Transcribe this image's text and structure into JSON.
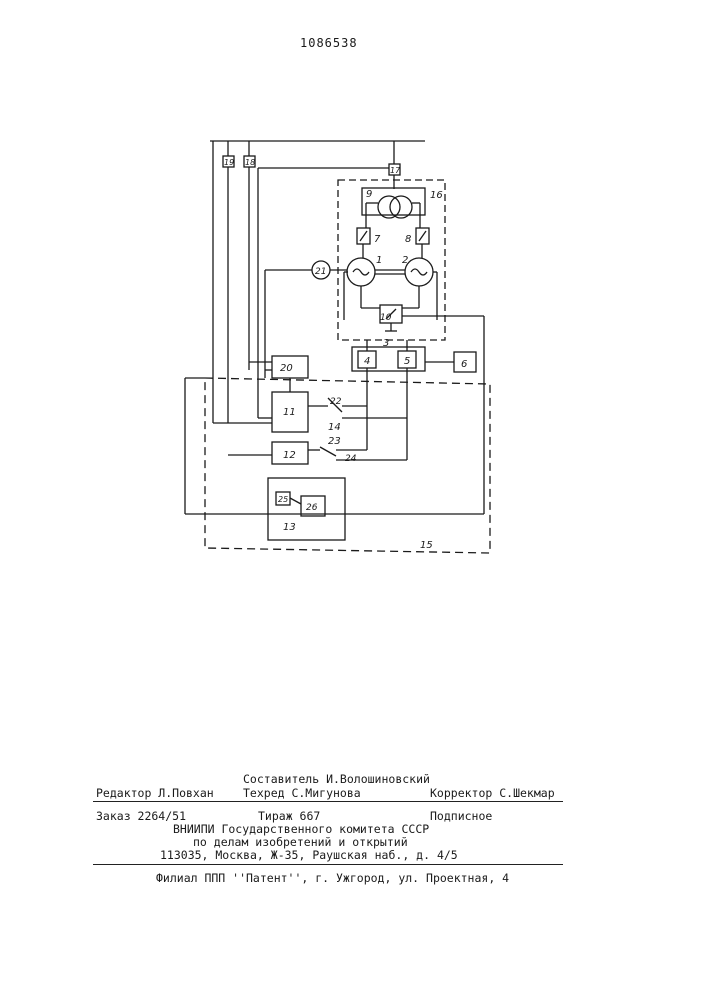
{
  "page_number": "1086538",
  "diagram": {
    "labels": {
      "b1": "1",
      "b2": "2",
      "b3": "3",
      "b4": "4",
      "b5": "5",
      "b6": "6",
      "b7": "7",
      "b8": "8",
      "b9": "9",
      "b10": "10",
      "b11": "11",
      "b12": "12",
      "b13": "13",
      "b14": "14",
      "b15": "15",
      "b16": "16",
      "b17": "17",
      "b18": "18",
      "b19": "19",
      "b20": "20",
      "b21": "21",
      "b22": "22",
      "b23": "23",
      "b24": "24",
      "b25": "25",
      "b26": "26"
    }
  },
  "imprint": {
    "compiler": "Составитель И.Волошиновский",
    "editor": "Редактор Л.Повхан",
    "techred": "Техред С.Мигунова",
    "corrector": "Корректор С.Шекмар",
    "order": "Заказ 2264/51",
    "circulation": "Тираж 667",
    "subscription": "Подписное",
    "institute": "ВНИИПИ Государственного комитета СССР",
    "committee": "по делам изобретений и открытий",
    "address": "113035, Москва, Ж-35, Раушская наб., д. 4/5",
    "branch": "Филиал ППП ''Патент'', г. Ужгород, ул. Проектная, 4"
  }
}
